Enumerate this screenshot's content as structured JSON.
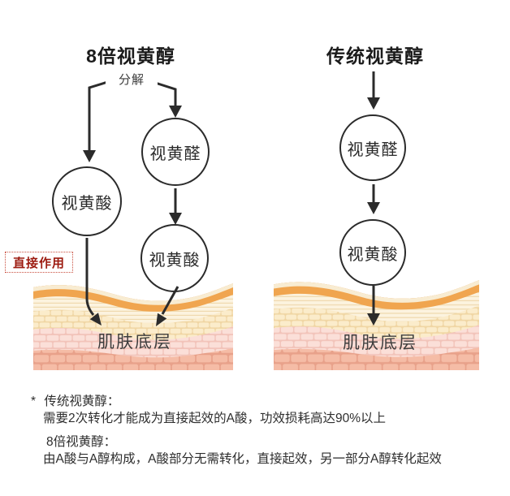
{
  "left_panel": {
    "title": "8倍视黄醇",
    "branch_label": "分解",
    "node_retinal": "视黄醛",
    "node_retinoic_acid_direct": "视黄酸",
    "node_retinoic_acid_converted": "视黄酸",
    "direct_action_label": "直接作用",
    "skin_label": "肌肤底层"
  },
  "right_panel": {
    "title": "传统视黄醇",
    "node_retinal": "视黄醛",
    "node_retinoic_acid": "视黄酸",
    "skin_label": "肌肤底层"
  },
  "footnote": {
    "marker": "*",
    "line1_title": "传统视黄醇：",
    "line1_body": "需要2次转化才能成为直接起效的A酸，功效损耗高达90%以上",
    "line2_title": "8倍视黄醇：",
    "line2_body": "由A酸与A醇构成，A酸部分无需转化，直接起效，另一部分A醇转化起效"
  },
  "colors": {
    "outline_dark": "#2b2b2b",
    "accent_red_text": "#9c1a0f",
    "accent_red_border": "#c94f3f",
    "skin_cream_cap": "#f8ecd2",
    "skin_orange_band": "#f0a54f",
    "skin_stripe_layer": "#fcf3df",
    "skin_yellow_brick": "#fbeccb",
    "skin_pink_brick": "#fbdfd8",
    "skin_salmon_brick": "#f5bca6"
  }
}
